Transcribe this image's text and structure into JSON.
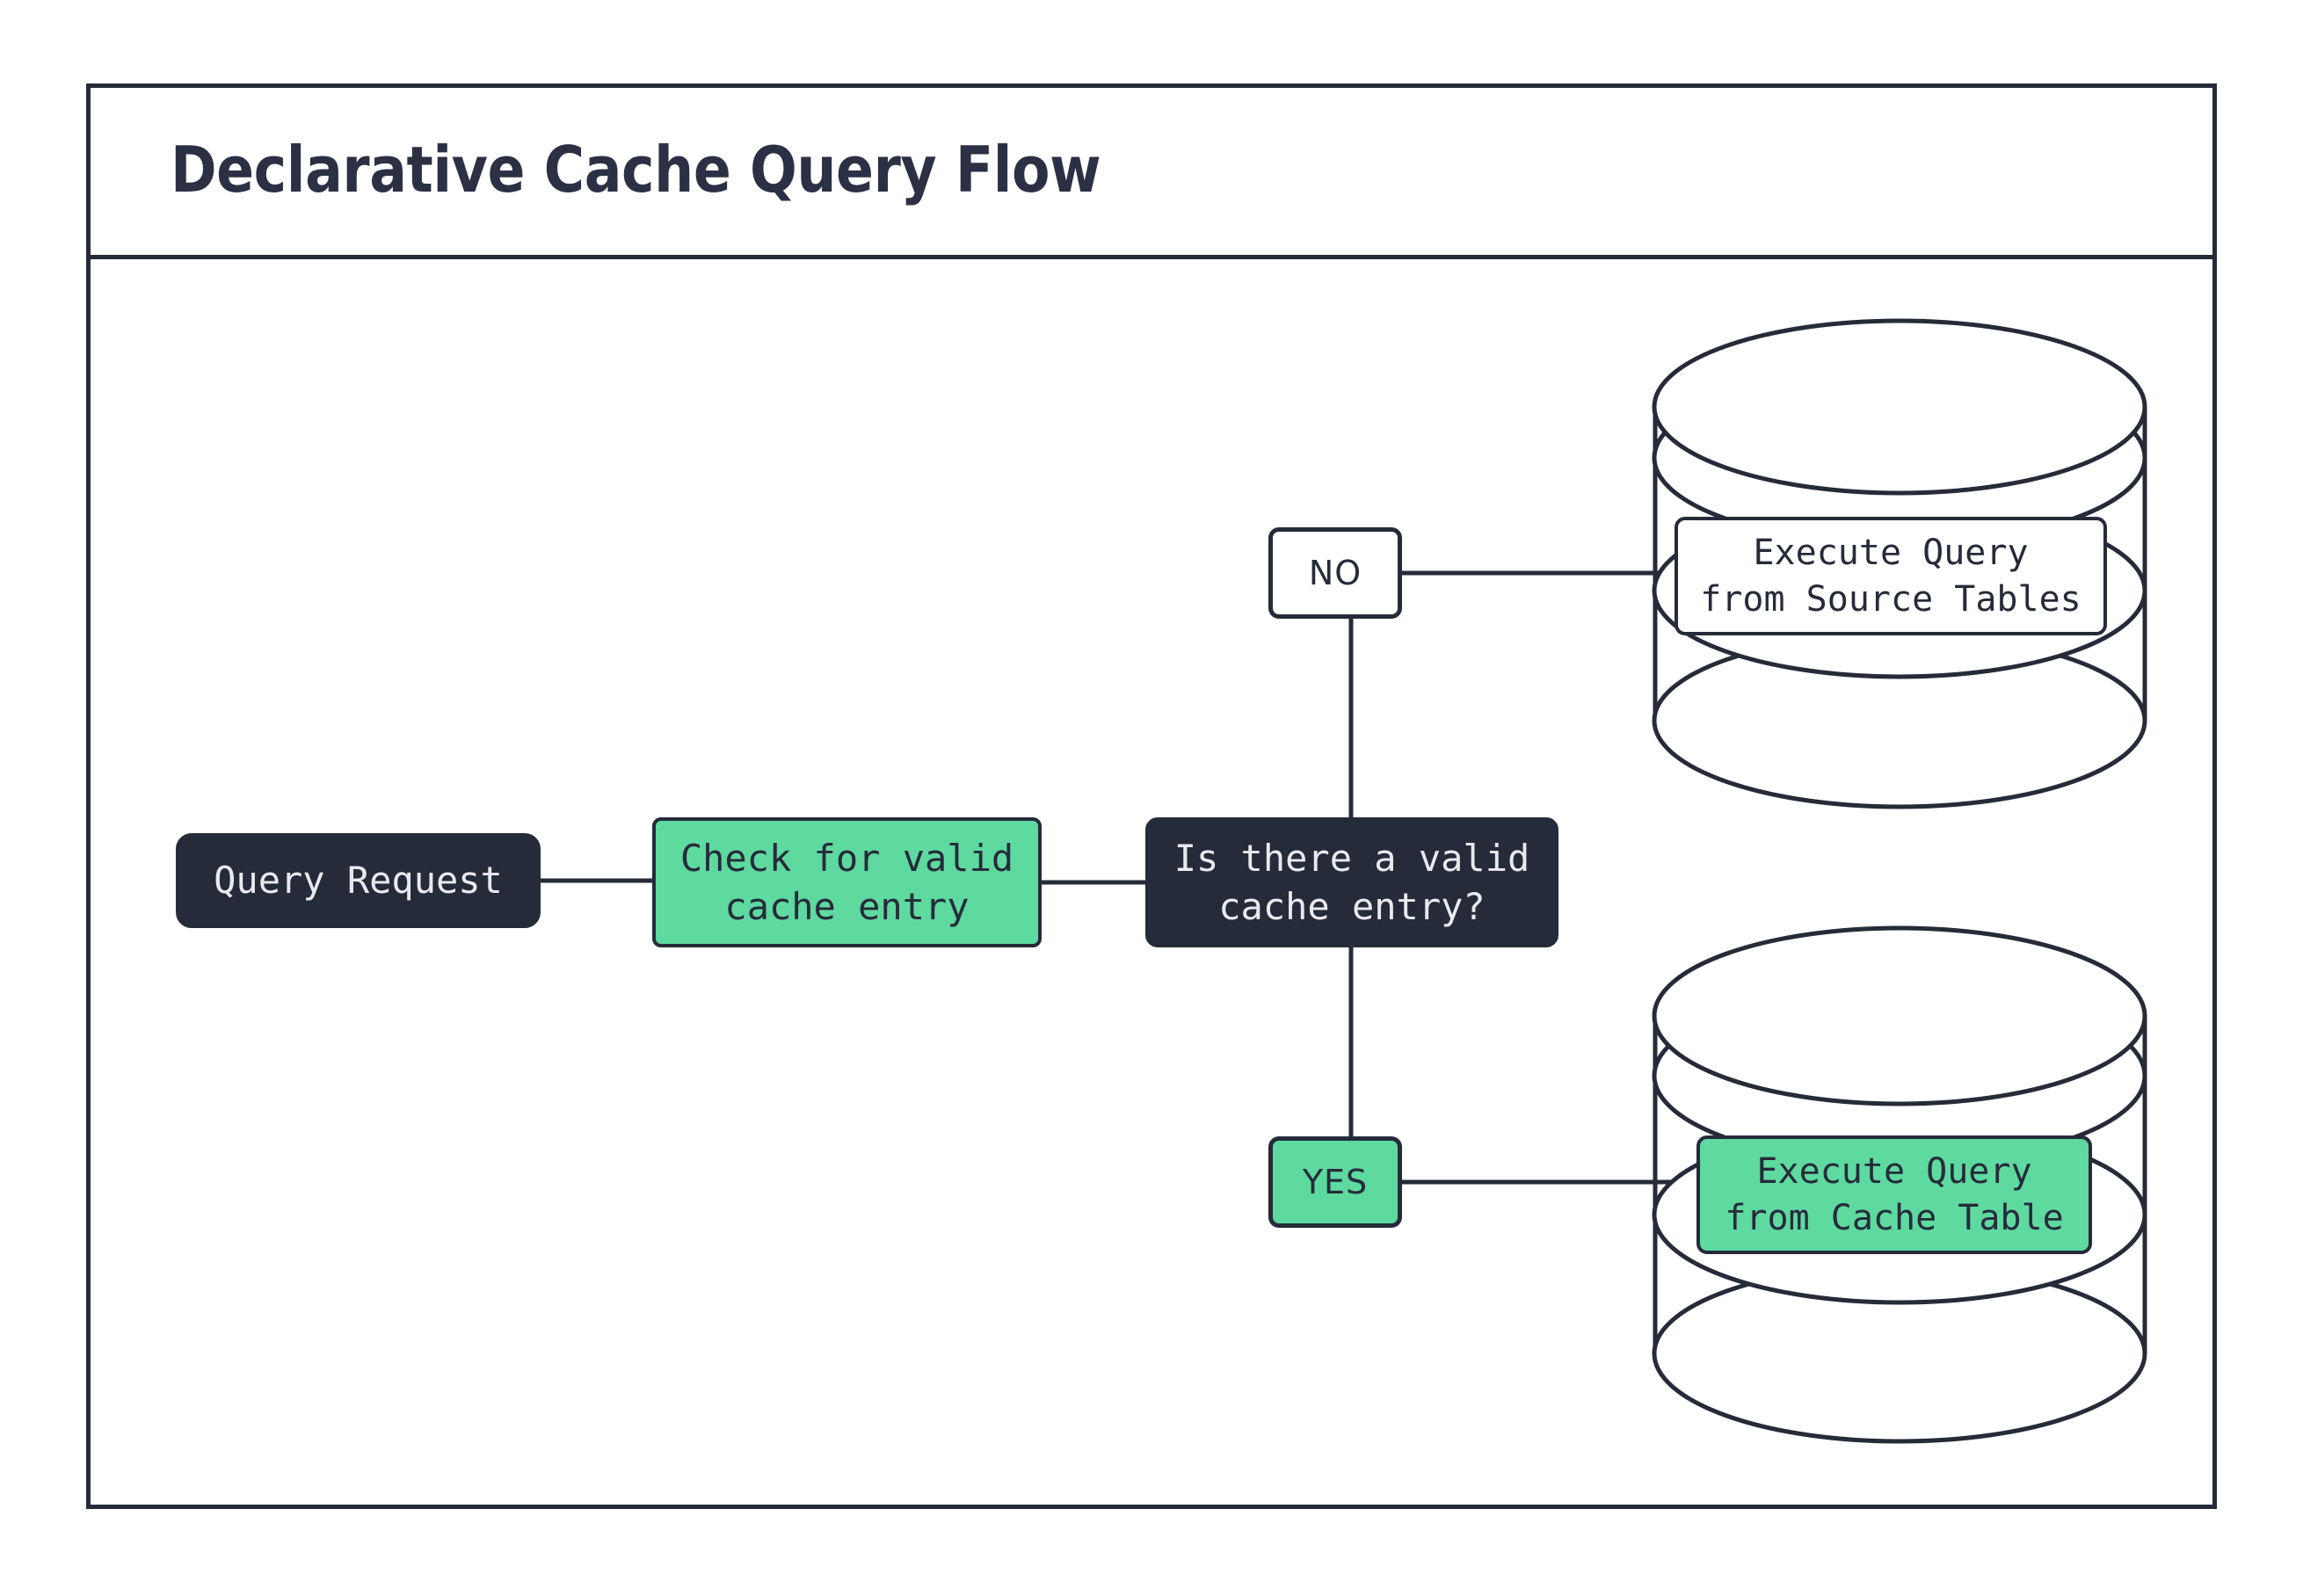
{
  "diagram": {
    "title": "Declarative Cache Query Flow",
    "colors": {
      "dark": "#262b3a",
      "green": "#5ed9a0",
      "white": "#ffffff",
      "text_on_dark": "#e9eaee",
      "title": "#2b3044"
    },
    "nodes": {
      "query_request": "Query Request",
      "check_cache": "Check for valid\ncache entry",
      "decision": "Is there a valid\ncache entry?",
      "execute_source": "Execute Query\nfrom Source Tables",
      "execute_cache": "Execute Query\nfrom Cache Table"
    },
    "branches": {
      "no": "NO",
      "yes": "YES"
    },
    "databases": {
      "source_tables": "source-tables-database-cylinder",
      "cache_table": "cache-table-database-cylinder"
    },
    "edges": [
      {
        "from": "query_request",
        "to": "check_cache"
      },
      {
        "from": "check_cache",
        "to": "decision"
      },
      {
        "from": "decision",
        "to": "no",
        "label": "NO"
      },
      {
        "from": "no",
        "to": "execute_source"
      },
      {
        "from": "decision",
        "to": "yes",
        "label": "YES"
      },
      {
        "from": "yes",
        "to": "execute_cache"
      }
    ]
  }
}
